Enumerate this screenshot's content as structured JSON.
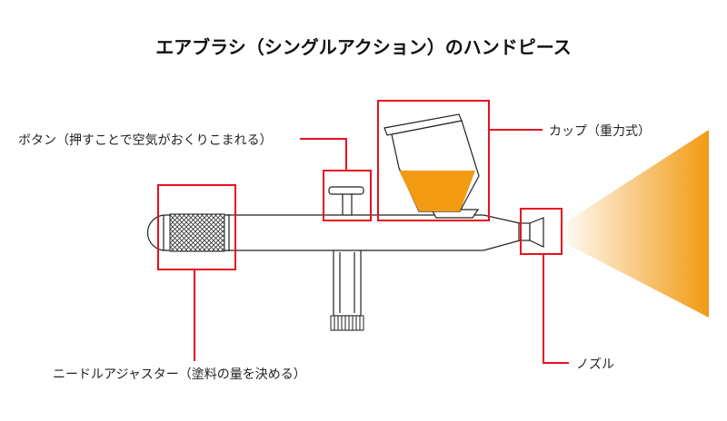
{
  "title": "エアブラシ（シングルアクション）のハンドピース",
  "labels": {
    "button": "ボタン（押すことで空気がおくりこまれる）",
    "cup": "カップ（重力式）",
    "needle_adjuster": "ニードルアジャスター（塗料の量を決める）",
    "nozzle": "ノズル"
  },
  "colors": {
    "highlight": "#e8101f",
    "paint": "#f29a12",
    "outline": "#222222"
  }
}
